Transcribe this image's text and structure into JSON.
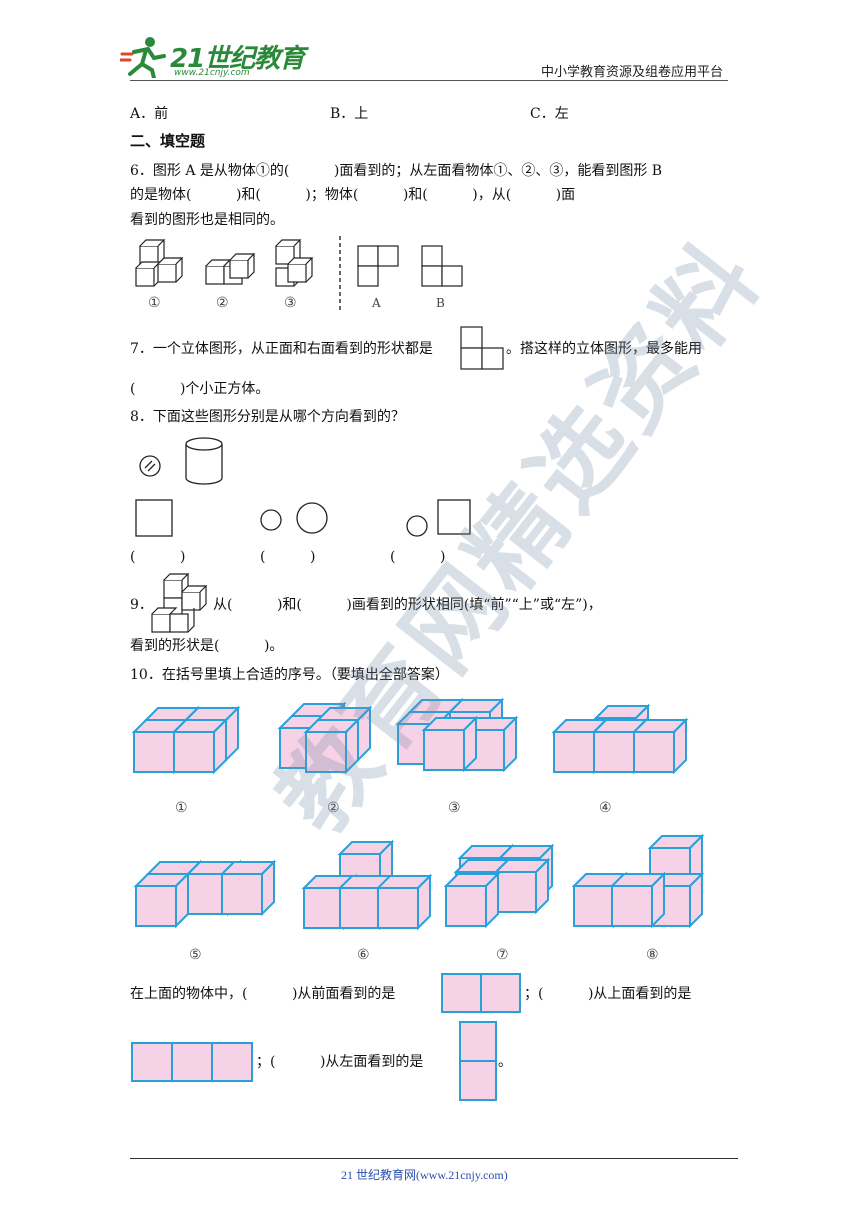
{
  "header": {
    "logo_text": "21世纪教育",
    "logo_url": "www.21cnjy.com",
    "platform": "中小学教育资源及组卷应用平台"
  },
  "choices": {
    "a": "A．前",
    "b": "B．上",
    "c": "C．左"
  },
  "section2_title": "二、填空题",
  "q6": {
    "line1": "6．图形 A 是从物体①的(          )面看到的；从左面看物体①、②、③，能看到图形 B",
    "line2": "的是物体(          )和(          )；物体(          )和(          )，从(          )面",
    "line3": "看到的图形也是相同的。",
    "labels": [
      "①",
      "②",
      "③",
      "A",
      "B"
    ]
  },
  "q7": {
    "line1a": "7．一个立体图形，从正面和右面看到的形状都是",
    "line1b": "。搭这样的立体图形，最多能用",
    "line2": "(          )个小正方体。"
  },
  "q8": {
    "line1": "8．下面这些图形分别是从哪个方向看到的？",
    "blanks": [
      "(          )",
      "(          )",
      "(          )"
    ]
  },
  "q9": {
    "line1a": "9．",
    "line1b": "从(          )和(          )画看到的形状相同(填“前”“上”或“左”)，",
    "line2": "看到的形状是(          )。"
  },
  "q10": {
    "line1": "10．在括号里填上合适的序号。（要填出全部答案）",
    "labels": [
      "①",
      "②",
      "③",
      "④",
      "⑤",
      "⑥",
      "⑦",
      "⑧"
    ],
    "fill1a": "在上面的物体中，(          )从前面看到的是",
    "fill1b": "；(          )从上面看到的是",
    "fill2": "；(          )从左面看到的是",
    "fill2end": "。"
  },
  "watermark": "教育网精选资料",
  "footer": "21 世纪教育网(www.21cnjy.com)",
  "colors": {
    "cube_fill": "#f6d2e6",
    "cube_stroke": "#2a9fd8",
    "logo_green": "#2a8a3a",
    "footer_blue": "#2a4fb0"
  }
}
